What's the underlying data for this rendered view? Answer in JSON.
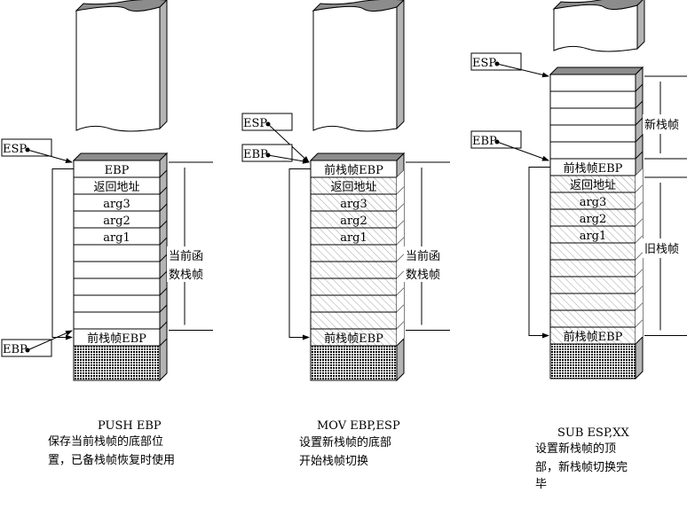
{
  "colors": {
    "line": "#000000",
    "side": "#b4b4b4",
    "top": "#8c8c8c",
    "hatch": "#a0a0a0"
  },
  "stacks": [
    {
      "instruction": "PUSH EBP",
      "caption": [
        "保存当前栈帧的底部位",
        "置，已备栈帧恢复时使用"
      ],
      "esp_label": "ESP",
      "ebp_label": "EBP",
      "rows": [
        "EBP",
        "返回地址",
        "arg3",
        "arg2",
        "arg1",
        "",
        "",
        "",
        "",
        "",
        "前栈帧EBP"
      ],
      "bracket_label": [
        "当前函",
        "数栈帧"
      ]
    },
    {
      "instruction": "MOV EBP,ESP",
      "caption": [
        "设置新栈帧的底部",
        "开始栈帧切换"
      ],
      "esp_label": "ESP",
      "ebp_label": "EBP",
      "rows": [
        "前栈帧EBP",
        "返回地址",
        "arg3",
        "arg2",
        "arg1",
        "",
        "",
        "",
        "",
        "",
        "前栈帧EBP"
      ],
      "bracket_label": [
        "当前函",
        "数栈帧"
      ]
    },
    {
      "instruction": "SUB ESP,XX",
      "caption": [
        "设置新栈帧的顶",
        "部，新栈帧切换完",
        "毕"
      ],
      "esp_label": "ESP",
      "ebp_label": "EBP",
      "rows": [
        "",
        "",
        "",
        "",
        "",
        "前栈帧EBP",
        "返回地址",
        "arg3",
        "arg2",
        "arg1",
        "",
        "",
        "",
        "",
        "",
        "前栈帧EBP"
      ],
      "new_frame_label": "新栈帧",
      "old_frame_label": "旧栈帧"
    }
  ]
}
